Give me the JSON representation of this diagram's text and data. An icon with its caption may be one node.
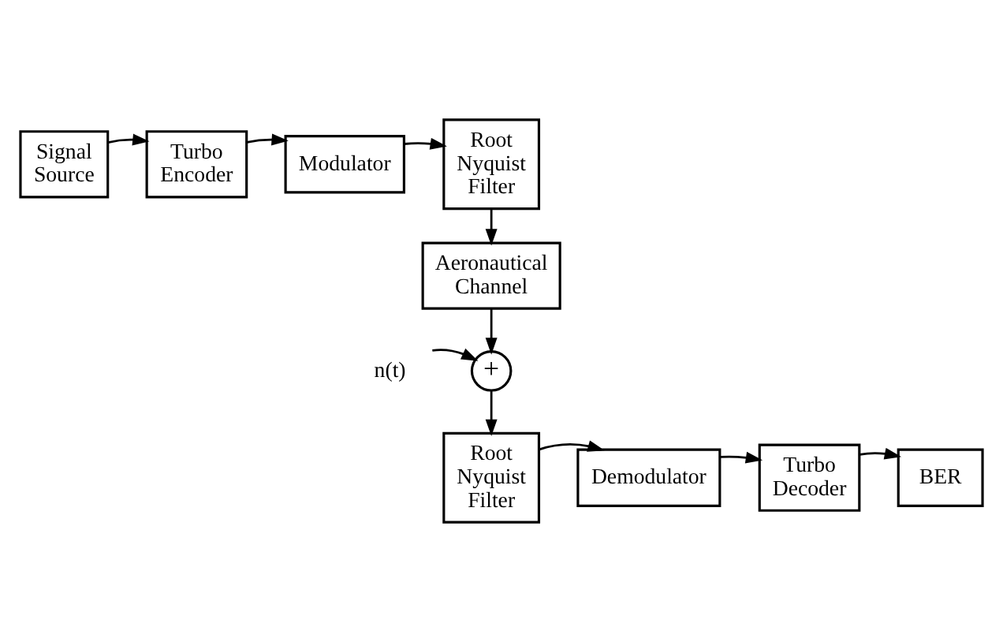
{
  "diagram": {
    "nodes": [
      {
        "text": [
          "Signal Source"
        ]
      },
      {
        "text": [
          "Turbo Encoder"
        ]
      },
      {
        "text": [
          "Modulator"
        ]
      },
      {
        "text": [
          "Root Nyquist Filter"
        ]
      },
      {
        "text": [
          "Aeronautical Channel"
        ]
      },
      {
        "text": [
          "+"
        ]
      },
      {
        "text": [
          "n(t)"
        ]
      },
      {
        "text": [
          "Root Nyquist Filter"
        ]
      },
      {
        "text": [
          "Demodulator"
        ]
      },
      {
        "text": [
          "Turbo Decoder"
        ]
      },
      {
        "text": [
          "BER"
        ]
      }
    ],
    "edges": [
      {
        "from": 0,
        "to": 1,
        "arrow": "to"
      },
      {
        "from": 1,
        "to": 2,
        "arrow": "to"
      },
      {
        "from": 2,
        "to": 3,
        "arrow": "to"
      },
      {
        "from": 3,
        "to": 4,
        "arrow": "to"
      },
      {
        "from": 4,
        "to": 5,
        "arrow": "to"
      },
      {
        "from": 6,
        "to": 5,
        "arrow": "to"
      },
      {
        "from": 5,
        "to": 7,
        "arrow": "to"
      },
      {
        "from": 7,
        "to": 8,
        "arrow": "to"
      },
      {
        "from": 8,
        "to": 9,
        "arrow": "to"
      },
      {
        "from": 9,
        "to": 10,
        "arrow": "to"
      }
    ]
  }
}
